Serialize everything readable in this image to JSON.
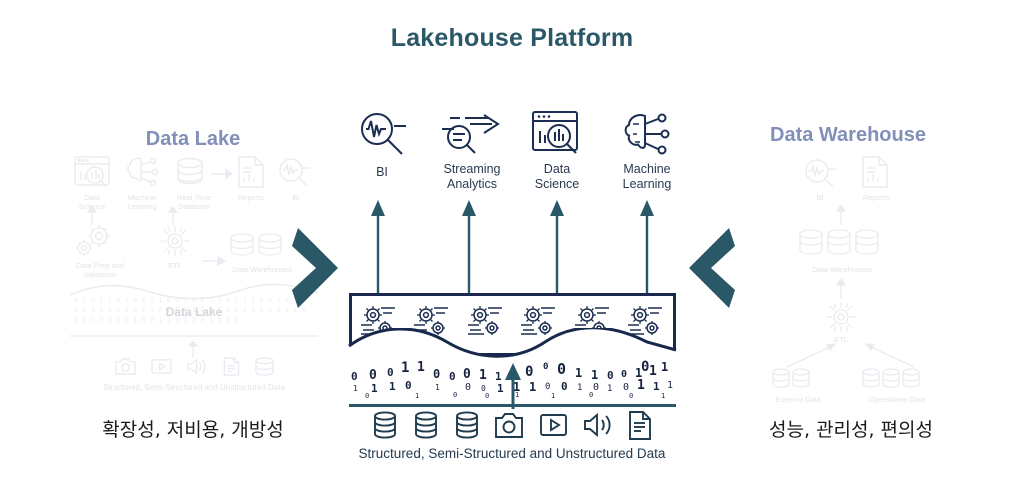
{
  "title": "Lakehouse Platform",
  "colors": {
    "title": "#2b5866",
    "teal": "#2b5866",
    "navy": "#19294d",
    "side_heading": "#8190b8",
    "faded": "#b9c0ce"
  },
  "left_section": {
    "heading": "Data Lake",
    "caption": "확장성, 저비용, 개방성",
    "top_row": [
      {
        "label": "Data\nScience",
        "icon": "data-science-icon"
      },
      {
        "label": "Machine\nLearning",
        "icon": "machine-learning-icon"
      },
      {
        "label": "Real-Time\nDatabase",
        "icon": "database-icon"
      },
      {
        "label": "Reports",
        "icon": "report-icon"
      },
      {
        "label": "BI",
        "icon": "bi-icon"
      }
    ],
    "mid_row": [
      {
        "label": "Data Prep and\nValidation",
        "icon": "gears-icon"
      },
      {
        "label": "ETL",
        "icon": "etl-icon"
      },
      {
        "label": "Data Warehouses",
        "icon": "data-warehouses-icon"
      }
    ],
    "lake_label": "Data Lake",
    "sources_caption": "Structured, Semi-Structured and Unstructured Data",
    "source_icons": [
      "camera-icon",
      "video-icon",
      "audio-icon",
      "document-icon",
      "database-icon"
    ]
  },
  "right_section": {
    "heading": "Data Warehouse",
    "caption": "성능, 관리성, 편의성",
    "top_row": [
      {
        "label": "BI",
        "icon": "bi-icon"
      },
      {
        "label": "Reports",
        "icon": "report-icon"
      }
    ],
    "warehouses_label": "Data Warehouses",
    "etl_label": "ETL",
    "bottom_row": [
      {
        "label": "External Data",
        "icon": "database-icon"
      },
      {
        "label": "Operational Data",
        "icon": "database-icon"
      }
    ]
  },
  "center": {
    "top_icons": [
      {
        "label": "BI",
        "icon": "bi-icon"
      },
      {
        "label": "Streaming\nAnalytics",
        "icon": "streaming-analytics-icon"
      },
      {
        "label": "Data\nScience",
        "icon": "data-science-icon"
      },
      {
        "label": "Machine\nLearning",
        "icon": "machine-learning-icon"
      }
    ],
    "core_icon_count": 6,
    "core_icon": "gears-processing-icon",
    "source_icons": [
      "database-icon",
      "database-icon",
      "database-icon",
      "camera-icon",
      "video-icon",
      "audio-icon",
      "document-icon"
    ],
    "sources_caption": "Structured, Semi-Structured and Unstructured Data",
    "binary_text": "0 0 0 1 1 0 0 1 1 1 0 0 0 1 1 0 0 1 1 1 0 0 1 1 1 0 0 1 0 1 1 0 1 0 1 1 0 0 1 0 1 1 0 0 1 1 0 1 0 0 1"
  },
  "flow": {
    "left_chevron": "chevron-right",
    "right_chevron": "chevron-left"
  }
}
